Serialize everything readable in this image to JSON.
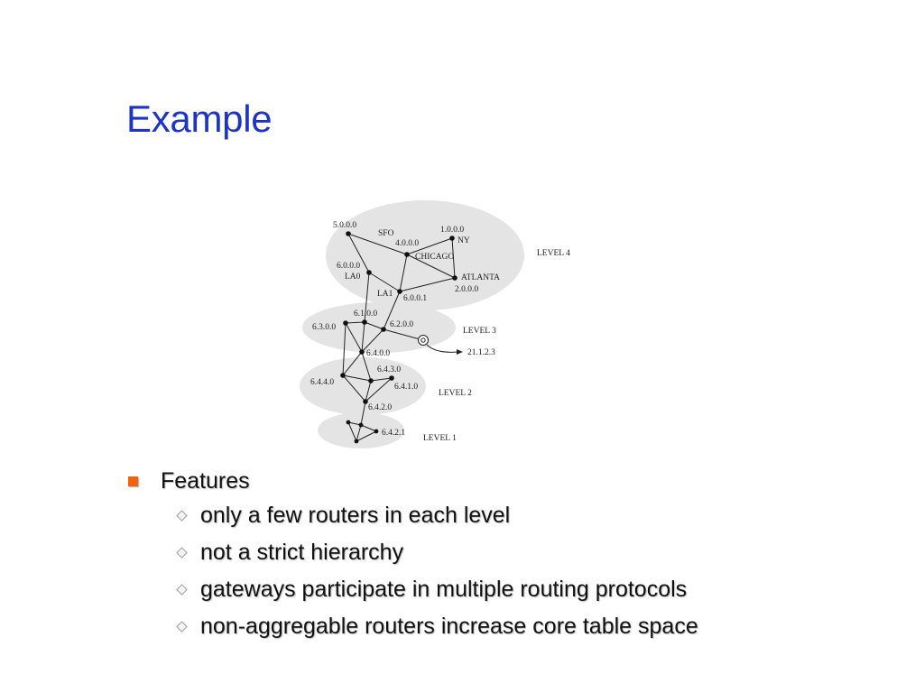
{
  "slide": {
    "title": "Example"
  },
  "diagram": {
    "levels": [
      "LEVEL 4",
      "LEVEL 3",
      "LEVEL 2",
      "LEVEL 1"
    ],
    "nodes": {
      "sfo_addr": "5.0.0.0",
      "sfo": "SFO",
      "ny_addr": "1.0.0.0",
      "ny": "NY",
      "chicago_addr": "4.0.0.0",
      "chicago": "CHICAGO",
      "la0_addr": "6.0.0.0",
      "la0": "LA0",
      "atlanta": "ATLANTA",
      "atlanta_addr": "2.0.0.0",
      "la1": "LA1",
      "la1_addr": "6.0.0.1",
      "n610": "6.1.0.0",
      "n630": "6.3.0.0",
      "n620": "6.2.0.0",
      "n640": "6.4.0.0",
      "external": "21.1.2.3",
      "n643": "6.4.3.0",
      "n644": "6.4.4.0",
      "n641": "6.4.1.0",
      "n642": "6.4.2.0",
      "n6421": "6.4.2.1"
    }
  },
  "features": {
    "heading": "Features",
    "items": [
      "only a few routers in each level",
      "not a strict hierarchy",
      "gateways participate in multiple routing protocols",
      "non-aggregable routers increase core table space"
    ]
  },
  "colors": {
    "title": "#1c35c4",
    "bullet": "#f0630f",
    "level_shading": "#e4e4e4"
  }
}
